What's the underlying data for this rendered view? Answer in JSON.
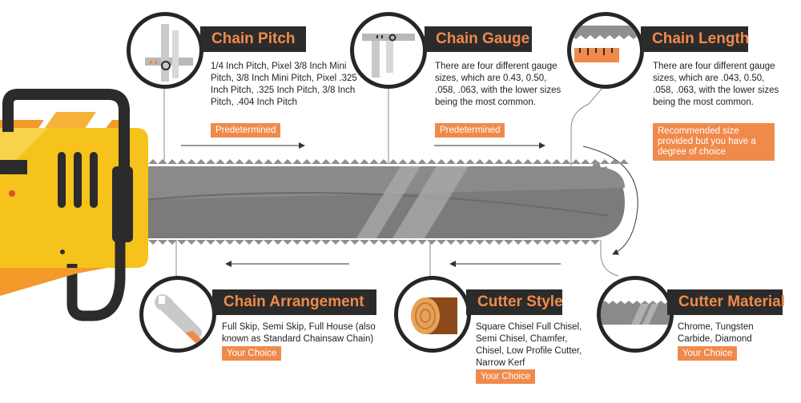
{
  "colors": {
    "accent": "#f08a4b",
    "dark": "#2b2b2b",
    "bar": "#7b7b7b",
    "saw_yellow": "#f6c21c"
  },
  "sections": {
    "chain_pitch": {
      "title": "Chain Pitch",
      "description": "1/4 Inch Pitch, Pixel 3/8 Inch Mini Pitch, 3/8 Inch Mini Pitch, Pixel .325 Inch Pitch, .325 Inch Pitch, 3/8 Inch Pitch, .404  Inch Pitch",
      "tag": "Predetermined",
      "icon": "caliper-icon"
    },
    "chain_gauge": {
      "title": "Chain Gauge",
      "description": "There are four different gauge sizes, which are 0.43, 0.50, .058, .063, with the lower sizes being the most common.",
      "tag": "Predetermined",
      "icon": "caliper-icon"
    },
    "chain_length": {
      "title": "Chain Length",
      "description": "There are four different gauge sizes, which are .043, 0.50, .058, .063, with the lower sizes being the most common.",
      "tag": "Recommended size provided but  you have a degree of choice",
      "icon": "ruler-chain-icon"
    },
    "chain_arrangement": {
      "title": "Chain Arrangement",
      "description": "Full Skip, Semi Skip, Full House (also known as Standard Chainsaw Chain)",
      "tag": "Your Choice",
      "icon": "wrench-icon"
    },
    "cutter_style": {
      "title": "Cutter Style",
      "description": "Square Chisel Full Chisel, Semi Chisel, Chamfer, Chisel, Low Profile Cutter, Narrow Kerf",
      "tag": "Your Choice",
      "icon": "log-icon"
    },
    "cutter_material": {
      "title": "Cutter Material",
      "description": "Chrome, Tungsten Carbide, Diamond",
      "tag": "Your Choice",
      "icon": "chain-bar-icon"
    }
  }
}
